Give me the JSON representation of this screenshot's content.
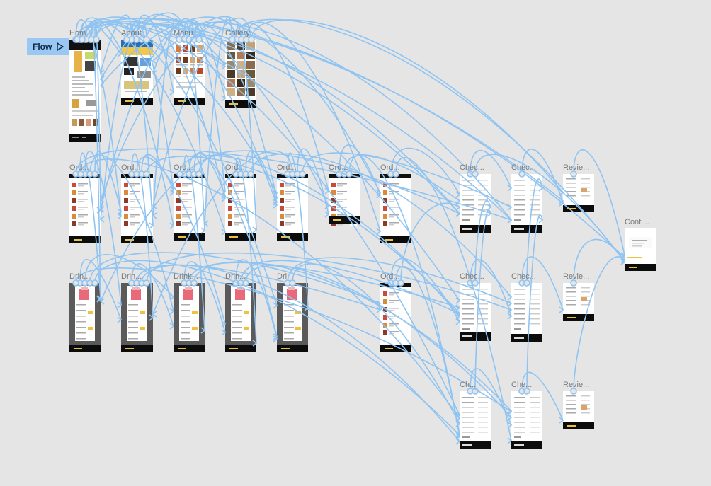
{
  "canvas": {
    "background": "#e5e5e5",
    "connector_color": "#8fc4f2",
    "flow": {
      "label": "Flow",
      "icon": "play-icon"
    }
  },
  "frames": [
    {
      "id": "home",
      "title": "Hom...",
      "style": "home"
    },
    {
      "id": "about",
      "title": "About",
      "style": "about"
    },
    {
      "id": "menu",
      "title": "Menu",
      "style": "menu"
    },
    {
      "id": "gallery",
      "title": "Gallery",
      "style": "gallery"
    },
    {
      "id": "order-1",
      "title": "Ord...",
      "style": "order"
    },
    {
      "id": "order-2",
      "title": "Ord...",
      "style": "order"
    },
    {
      "id": "order-3",
      "title": "Ord...",
      "style": "order"
    },
    {
      "id": "order-4",
      "title": "Ord...",
      "style": "order"
    },
    {
      "id": "order-5",
      "title": "Ord...",
      "style": "order"
    },
    {
      "id": "order-6",
      "title": "Ord...",
      "style": "order"
    },
    {
      "id": "order-7",
      "title": "Ord...",
      "style": "order"
    },
    {
      "id": "check-1",
      "title": "Chec...",
      "style": "checkout"
    },
    {
      "id": "check-2",
      "title": "Chec...",
      "style": "checkout"
    },
    {
      "id": "review-1",
      "title": "Revie...",
      "style": "review"
    },
    {
      "id": "confirm",
      "title": "Confi...",
      "style": "confirm"
    },
    {
      "id": "drink-1",
      "title": "Drin...",
      "style": "drink"
    },
    {
      "id": "drink-2",
      "title": "Drin...",
      "style": "drink"
    },
    {
      "id": "drink-3",
      "title": "Drink...",
      "style": "drink"
    },
    {
      "id": "drink-4",
      "title": "Drin...",
      "style": "drink"
    },
    {
      "id": "drink-5",
      "title": "Dri...",
      "style": "drink"
    },
    {
      "id": "order-8",
      "title": "Ord...",
      "style": "order"
    },
    {
      "id": "check-3",
      "title": "Chec...",
      "style": "checkout"
    },
    {
      "id": "check-4",
      "title": "Chec...",
      "style": "checkout"
    },
    {
      "id": "review-2",
      "title": "Revie...",
      "style": "review"
    },
    {
      "id": "check-5",
      "title": "Ch...",
      "style": "checkout"
    },
    {
      "id": "check-6",
      "title": "Che...",
      "style": "checkout"
    },
    {
      "id": "review-3",
      "title": "Revie...",
      "style": "review"
    }
  ],
  "connections": [
    [
      "home",
      "about"
    ],
    [
      "home",
      "menu"
    ],
    [
      "home",
      "gallery"
    ],
    [
      "about",
      "home"
    ],
    [
      "menu",
      "home"
    ],
    [
      "gallery",
      "home"
    ],
    [
      "about",
      "menu"
    ],
    [
      "menu",
      "gallery"
    ],
    [
      "gallery",
      "about"
    ],
    [
      "about",
      "gallery"
    ],
    [
      "menu",
      "about"
    ],
    [
      "home",
      "order-1"
    ],
    [
      "home",
      "order-2"
    ],
    [
      "home",
      "order-3"
    ],
    [
      "home",
      "order-4"
    ],
    [
      "home",
      "order-5"
    ],
    [
      "home",
      "check-1"
    ],
    [
      "home",
      "check-2"
    ],
    [
      "home",
      "review-1"
    ],
    [
      "home",
      "confirm"
    ],
    [
      "about",
      "order-1"
    ],
    [
      "about",
      "order-2"
    ],
    [
      "about",
      "order-3"
    ],
    [
      "about",
      "order-4"
    ],
    [
      "about",
      "order-5"
    ],
    [
      "about",
      "order-6"
    ],
    [
      "menu",
      "order-1"
    ],
    [
      "menu",
      "order-2"
    ],
    [
      "menu",
      "order-3"
    ],
    [
      "menu",
      "order-4"
    ],
    [
      "menu",
      "order-5"
    ],
    [
      "menu",
      "order-7"
    ],
    [
      "gallery",
      "order-1"
    ],
    [
      "gallery",
      "order-2"
    ],
    [
      "gallery",
      "order-3"
    ],
    [
      "gallery",
      "order-4"
    ],
    [
      "gallery",
      "order-6"
    ],
    [
      "gallery",
      "order-7"
    ],
    [
      "order-1",
      "drink-1"
    ],
    [
      "order-1",
      "drink-2"
    ],
    [
      "order-1",
      "drink-3"
    ],
    [
      "order-2",
      "drink-2"
    ],
    [
      "order-2",
      "drink-4"
    ],
    [
      "order-3",
      "drink-3"
    ],
    [
      "order-3",
      "drink-5"
    ],
    [
      "order-4",
      "drink-4"
    ],
    [
      "order-4",
      "drink-1"
    ],
    [
      "order-5",
      "drink-5"
    ],
    [
      "order-5",
      "drink-2"
    ],
    [
      "order-1",
      "order-2"
    ],
    [
      "order-2",
      "order-3"
    ],
    [
      "order-3",
      "order-4"
    ],
    [
      "order-4",
      "order-5"
    ],
    [
      "order-5",
      "order-6"
    ],
    [
      "order-6",
      "order-7"
    ],
    [
      "order-7",
      "check-1"
    ],
    [
      "order-6",
      "check-1"
    ],
    [
      "order-5",
      "check-2"
    ],
    [
      "order-3",
      "check-1"
    ],
    [
      "order-1",
      "check-2"
    ],
    [
      "check-1",
      "check-2"
    ],
    [
      "check-2",
      "review-1"
    ],
    [
      "review-1",
      "confirm"
    ],
    [
      "check-1",
      "confirm"
    ],
    [
      "drink-1",
      "drink-2"
    ],
    [
      "drink-2",
      "drink-3"
    ],
    [
      "drink-3",
      "drink-4"
    ],
    [
      "drink-4",
      "drink-5"
    ],
    [
      "drink-1",
      "drink-3"
    ],
    [
      "drink-1",
      "order-8"
    ],
    [
      "drink-2",
      "order-8"
    ],
    [
      "drink-3",
      "check-3"
    ],
    [
      "drink-4",
      "check-3"
    ],
    [
      "drink-5",
      "check-4"
    ],
    [
      "drink-1",
      "check-5"
    ],
    [
      "drink-2",
      "check-5"
    ],
    [
      "drink-3",
      "check-6"
    ],
    [
      "drink-4",
      "check-6"
    ],
    [
      "drink-5",
      "check-5"
    ],
    [
      "order-8",
      "check-3"
    ],
    [
      "order-8",
      "check-5"
    ],
    [
      "check-3",
      "check-4"
    ],
    [
      "check-4",
      "review-2"
    ],
    [
      "review-2",
      "confirm"
    ],
    [
      "check-5",
      "check-6"
    ],
    [
      "check-6",
      "review-3"
    ],
    [
      "review-3",
      "confirm"
    ],
    [
      "check-3",
      "check-1"
    ],
    [
      "check-5",
      "check-1"
    ],
    [
      "check-6",
      "check-2"
    ],
    [
      "check-4",
      "check-2"
    ],
    [
      "home",
      "drink-1"
    ],
    [
      "home",
      "drink-5"
    ],
    [
      "home",
      "check-3"
    ],
    [
      "home",
      "check-5"
    ],
    [
      "order-2",
      "check-3"
    ],
    [
      "order-4",
      "check-4"
    ],
    [
      "order-6",
      "check-5"
    ],
    [
      "order-7",
      "check-6"
    ],
    [
      "order-8",
      "check-1"
    ],
    [
      "about",
      "check-1"
    ],
    [
      "menu",
      "check-2"
    ],
    [
      "gallery",
      "review-1"
    ],
    [
      "gallery",
      "confirm"
    ],
    [
      "drink-2",
      "check-4"
    ],
    [
      "drink-1",
      "check-6"
    ],
    [
      "order-1",
      "check-5"
    ],
    [
      "order-3",
      "check-3"
    ]
  ]
}
